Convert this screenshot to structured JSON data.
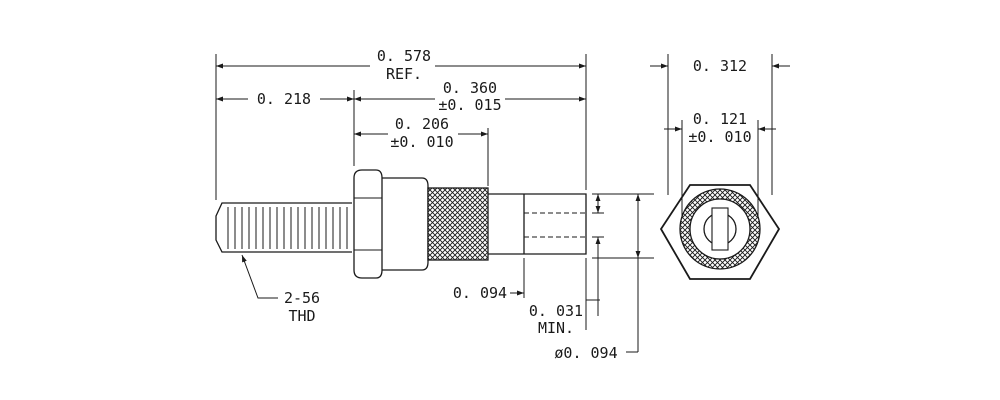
{
  "drawing": {
    "line_color": "#1a1a1a",
    "background": "#ffffff",
    "dims": {
      "overall": "0. 578",
      "overall_note": "REF.",
      "thread_length": "0. 218",
      "body_length": "0. 360",
      "body_length_tol": "±0. 015",
      "knurl_length": "0. 206",
      "knurl_length_tol": "±0. 010",
      "slot_width": "0. 094",
      "slot_depth": "0. 031",
      "slot_depth_note": "MIN.",
      "pin_diameter": "ø0. 094",
      "hex_width": "0. 312",
      "bore": "0. 121",
      "bore_tol": "±0. 010",
      "thread_callout": "2-56",
      "thread_callout_note": "THD"
    }
  }
}
